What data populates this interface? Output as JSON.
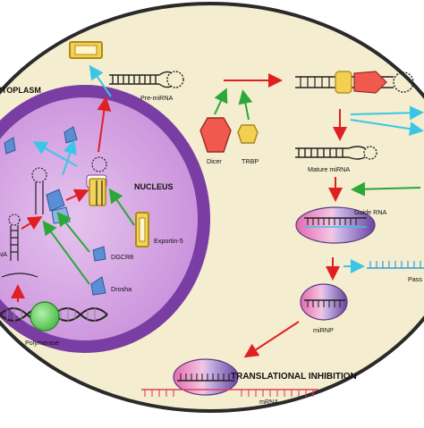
{
  "labels": {
    "cytoplasm": "YTOPLASM",
    "nucleus": "NUCLEUS",
    "pre_mirna": "Pre-miRNA",
    "dicer": "Dicer",
    "trbp": "TRBP",
    "mature_mirna": "Mature miRNA",
    "guide_rna": "Guide RNA",
    "passenger": "Pass",
    "mirnp": "miRNP",
    "translational_inhibition": "TRANSLATIONAL INHIBITION",
    "mrna": "mRNA",
    "exportin5": "Exportin-5",
    "dgcr8": "DGCR8",
    "drosha": "Drosha",
    "polymerase": "Polymerase",
    "pri_mirna_partial": "NA"
  },
  "colors": {
    "cytoplasm_fill": "#f4edcf",
    "cell_outline": "#2a2a2a",
    "nucleus_membrane": "#7a3da3",
    "nucleus_fill": "#d8a6e3",
    "dicer_fill": "#f05a4e",
    "trbp_fill": "#f3cf52",
    "exportin_outline": "#c9a21a",
    "dgcr8_fill": "#5b8ed4",
    "polymerase_fill": "#7ed37a",
    "risc_pink": "#e46ab0",
    "risc_purple": "#7a4fa8",
    "arrow_red": "#e02020",
    "arrow_green": "#2aa838",
    "arrow_cyan": "#3cc6e6",
    "passenger_blue": "#2da0dc",
    "mrna_red": "#e0405a"
  }
}
